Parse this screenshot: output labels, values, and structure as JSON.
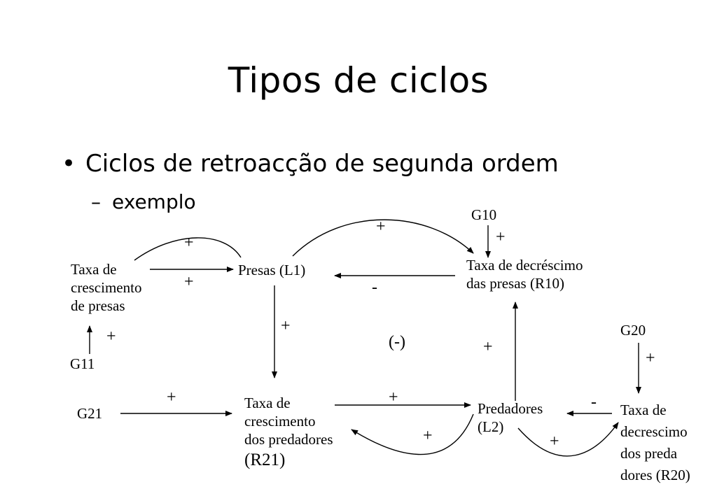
{
  "title": "Tipos de ciclos",
  "bullet": {
    "marker": "•",
    "text": "Ciclos de retroacção de segunda ordem"
  },
  "subbullet": {
    "marker": "–",
    "text": "exemplo"
  },
  "nodes": {
    "g10": "G10",
    "g11": "G11",
    "g20": "G20",
    "g21": "G21",
    "taxa_crescimento_presas": [
      "Taxa de",
      "crescimento",
      "de presas"
    ],
    "presas": "Presas (L1)",
    "taxa_decrescimo_presas": [
      "Taxa de decréscimo",
      "das presas (R10)"
    ],
    "taxa_crescimento_predadores": [
      "Taxa de",
      "crescimento",
      "dos predadores",
      "(R21)"
    ],
    "predadores": [
      "Predadores",
      "(L2)"
    ],
    "taxa_decrescimo_predadores": [
      "Taxa de",
      "decrescimo",
      "dos preda",
      "dores (R20)"
    ]
  },
  "loop_polarity": "(-)",
  "signs": {
    "plus": "+",
    "minus": "-"
  }
}
